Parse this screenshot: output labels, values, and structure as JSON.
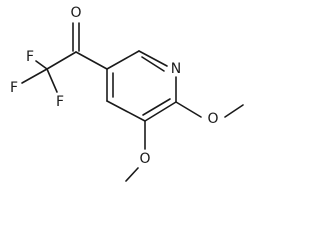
{
  "diagram": {
    "atoms": {
      "carbonyl_oxygen": "O",
      "fluorine_upper": "F",
      "fluorine_left": "F",
      "fluorine_lower": "F",
      "ring_nitrogen": "N",
      "methoxy_oxygen_right": "O",
      "methoxy_oxygen_lower": "O"
    },
    "line_color": "#1a1a1a",
    "background_color": "#ffffff"
  }
}
